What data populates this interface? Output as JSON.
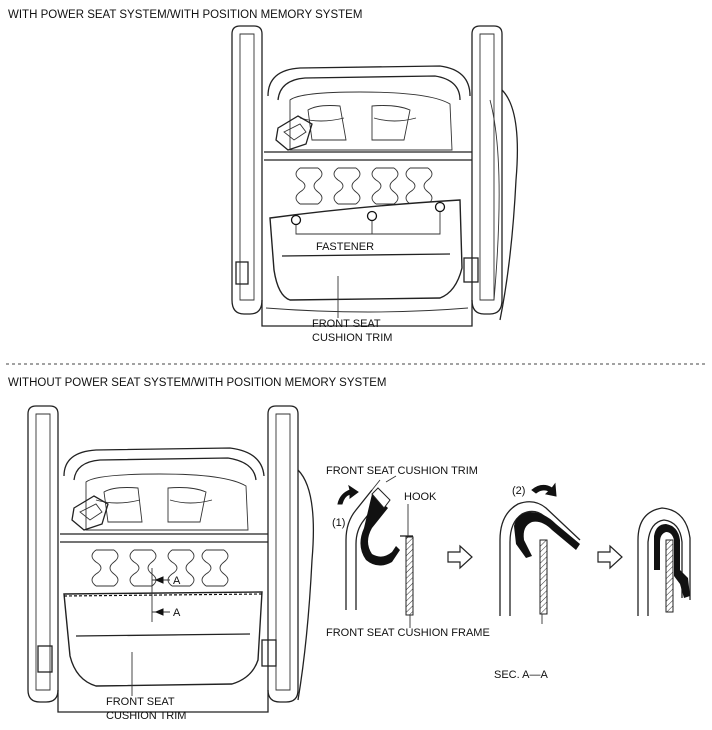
{
  "top_section": {
    "title": "WITH POWER SEAT SYSTEM/WITH POSITION MEMORY SYSTEM",
    "fastener_label": "FASTENER",
    "trim_label_line1": "FRONT SEAT",
    "trim_label_line2": "CUSHION TRIM"
  },
  "bottom_section": {
    "title": "WITHOUT POWER SEAT SYSTEM/WITH POSITION MEMORY SYSTEM",
    "section_mark_1": "A",
    "section_mark_2": "A",
    "trim_label_line1": "FRONT SEAT",
    "trim_label_line2": "CUSHION TRIM",
    "detail": {
      "trim_label": "FRONT SEAT CUSHION TRIM",
      "hook_label": "HOOK",
      "frame_label": "FRONT SEAT CUSHION FRAME",
      "step1_label": "(1)",
      "step2_label": "(2)",
      "section_caption": "SEC. A—A"
    }
  }
}
